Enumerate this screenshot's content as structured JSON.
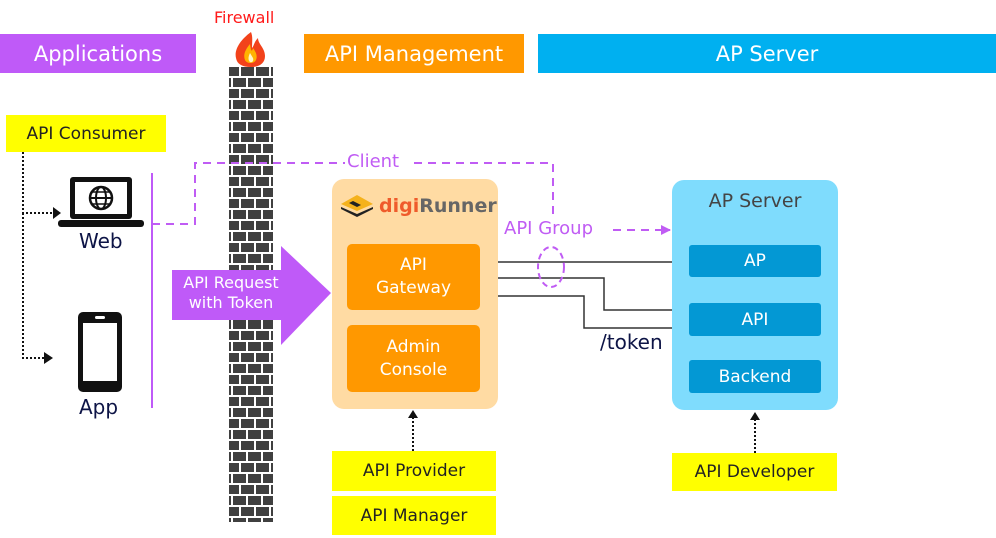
{
  "headers": {
    "applications": "Applications",
    "api_management": "API Management",
    "ap_server": "AP Server",
    "firewall": "Firewall"
  },
  "colors": {
    "applications": "#bf5af8",
    "api_management": "#ff9800",
    "ap_server": "#00b0f0",
    "firewall_text": "#ff0000",
    "consumer_box": "#ffff00",
    "digirunner_panel": "#ffdba3",
    "ap_server_panel": "#7fdcfd",
    "client_line": "#c05cf4"
  },
  "consumer": {
    "label": "API Consumer",
    "web_label": "Web",
    "app_label": "App"
  },
  "request_arrow": {
    "line1": "API Request",
    "line2": "with Token"
  },
  "client_label": "Client",
  "api_group_label": "API Group",
  "token_label": "/token",
  "digirunner": {
    "brand_prefix": "digi",
    "brand_suffix": "Runner",
    "gateway_line1": "API",
    "gateway_line2": "Gateway",
    "console_line1": "Admin",
    "console_line2": "Console"
  },
  "ap_server_panel": {
    "title": "AP Server",
    "items": [
      "AP",
      "API",
      "Backend"
    ]
  },
  "roles": {
    "provider": "API Provider",
    "manager": "API Manager",
    "developer": "API Developer"
  }
}
